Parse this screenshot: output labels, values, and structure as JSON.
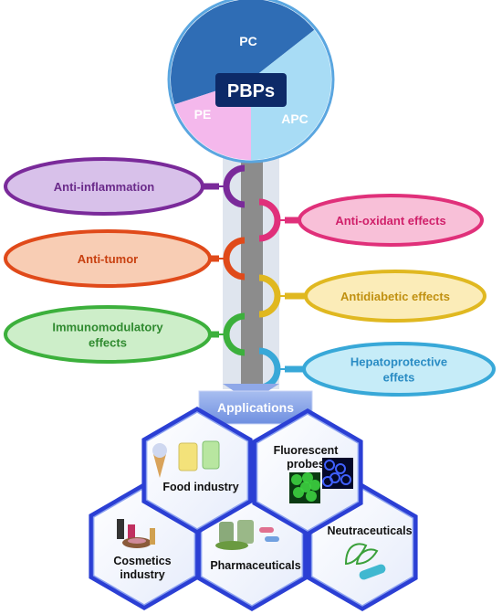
{
  "center": {
    "title": "PBPs",
    "segments": [
      {
        "label": "PC",
        "color": "#2f6db5"
      },
      {
        "label": "PE",
        "color": "#f4b8ec"
      },
      {
        "label": "APC",
        "color": "#a8dcf5"
      }
    ]
  },
  "effects": [
    {
      "lines": [
        "Anti-inflammation"
      ],
      "fill": "#d8c1ea",
      "stroke": "#7a2a9a",
      "text": "#6a2a8a"
    },
    {
      "lines": [
        "Anti-oxidant effects"
      ],
      "fill": "#f8c0d8",
      "stroke": "#e0307a",
      "text": "#d0206a"
    },
    {
      "lines": [
        "Anti-tumor"
      ],
      "fill": "#f8cdb4",
      "stroke": "#e04a1a",
      "text": "#c84010"
    },
    {
      "lines": [
        "Antidiabetic effects"
      ],
      "fill": "#fbecb8",
      "stroke": "#e0b820",
      "text": "#c09010"
    },
    {
      "lines": [
        "Immunomodulatory",
        "effects"
      ],
      "fill": "#cdeec9",
      "stroke": "#3cb03c",
      "text": "#2f8a2f"
    },
    {
      "lines": [
        "Hepatoprotective",
        "effets"
      ],
      "fill": "#c6ecf8",
      "stroke": "#38a8d8",
      "text": "#2a8cc4"
    }
  ],
  "applications": {
    "title": "Applications",
    "items": [
      {
        "lines": [
          "Food industry"
        ],
        "icon": "food-icon"
      },
      {
        "lines": [
          "Fluorescent",
          "probes"
        ],
        "icon": "cells-icon"
      },
      {
        "lines": [
          "Cosmetics",
          "industry"
        ],
        "icon": "cosmetics-icon"
      },
      {
        "lines": [
          "Pharmaceuticals"
        ],
        "icon": "pills-icon"
      },
      {
        "lines": [
          "Neutraceuticals"
        ],
        "icon": "leaf-capsule-icon"
      }
    ]
  }
}
